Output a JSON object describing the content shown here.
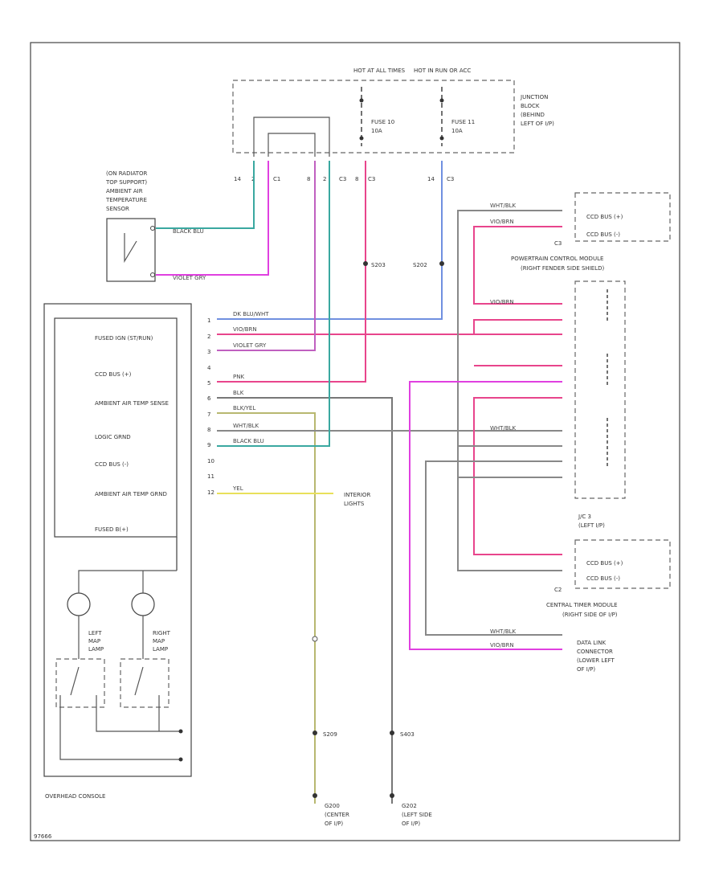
{
  "junction_block": {
    "hot_at_all_times": "HOT AT ALL TIMES",
    "hot_in_run": "HOT IN RUN OR ACC",
    "fuse_a_name": "FUSE 10",
    "fuse_a_amp": "10A",
    "fuse_b_name": "FUSE 11",
    "fuse_b_amp": "10A",
    "label_lines": [
      "JUNCTION",
      "BLOCK",
      "(BEHIND",
      "LEFT OF I/P)"
    ]
  },
  "sensor": {
    "label_lines": [
      "(ON RADIATOR",
      "TOP SUPPORT)",
      "AMBIENT AIR",
      "TEMPERATURE",
      "SENSOR"
    ]
  },
  "connector_pins_top": [
    "14",
    "2",
    "C1",
    "8",
    "2",
    "C3",
    "8",
    "C3",
    "14",
    "C3"
  ],
  "splices": {
    "s202": "S202",
    "s203": "S203",
    "s209": "S209",
    "s403": "S403"
  },
  "pcm": {
    "bus_pos": "CCD BUS (+)",
    "bus_neg": "CCD BUS (-)",
    "connector": "C3",
    "label_lines": [
      "POWERTRAIN CONTROL MODULE",
      "(RIGHT FENDER SIDE SHIELD)"
    ]
  },
  "overhead_module": {
    "pins": [
      "FUSED IGN (ST/RUN)",
      "CCD BUS (+)",
      "AMBIENT AIR TEMP SENSE",
      "LOGIC GRND",
      "CCD BUS (-)",
      "AMBIENT AIR TEMP GRND",
      "FUSED B(+)"
    ],
    "pin_numbers": [
      "1",
      "2",
      "3",
      "4",
      "5",
      "6",
      "7",
      "8",
      "9",
      "10",
      "11",
      "12"
    ]
  },
  "wires": {
    "dk_blu_wht": "DK BLU/WHT",
    "vio_brn": "VIO/BRN",
    "violet_gry": "VIOLET GRY",
    "pnk": "PNK",
    "blk": "BLK",
    "blk_yel": "BLK/YEL",
    "wht_blk": "WHT/BLK",
    "black_blu": "BLACK BLU",
    "yel": "YEL"
  },
  "interior_lights": [
    "INTERIOR",
    "LIGHTS"
  ],
  "lamps": {
    "left": [
      "LEFT",
      "MAP",
      "LAMP"
    ],
    "right": [
      "RIGHT",
      "MAP",
      "LAMP"
    ]
  },
  "jc3": {
    "label_lines": [
      "J/C 3",
      "(LEFT I/P)"
    ]
  },
  "ctm": {
    "bus_pos": "CCD BUS (+)",
    "bus_neg": "CCD BUS (-)",
    "connector": "C2",
    "label_lines": [
      "CENTRAL TIMER MODULE",
      "(RIGHT SIDE OF I/P)"
    ]
  },
  "dlc": {
    "label_lines": [
      "DATA LINK",
      "CONNECTOR",
      "(LOWER LEFT",
      "OF I/P)"
    ]
  },
  "grounds": {
    "g200": [
      "G200",
      "(CENTER",
      "OF I/P)"
    ],
    "g202": [
      "G202",
      "(LEFT SIDE",
      "OF I/P)"
    ]
  },
  "overhead_console": "OVERHEAD CONSOLE",
  "diagram_code": "97666",
  "colors": {
    "pink": "#e8458c",
    "magenta": "#e040e0",
    "teal": "#3aa8a0",
    "blue": "#7090e0",
    "yellow": "#e8e05a",
    "olive": "#b8b870",
    "gray": "#9a9a9a",
    "dark": "#555555"
  }
}
